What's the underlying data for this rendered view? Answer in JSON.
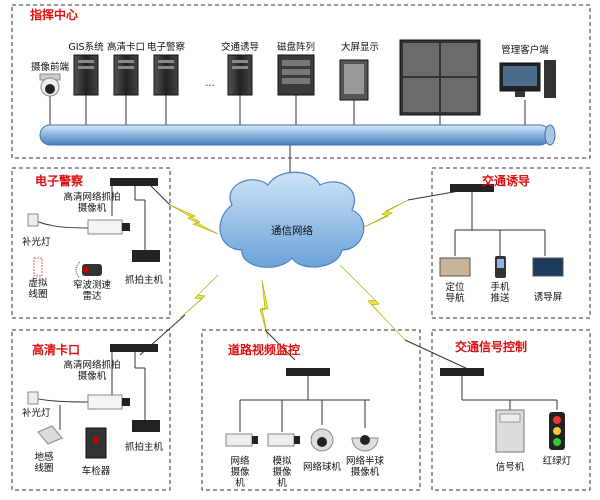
{
  "command_center": {
    "title": "指挥中心",
    "labels": {
      "camera_front": "摄像前端",
      "gis": "GIS系统",
      "hd_checkpoint": "高清卡口",
      "e_police": "电子警察",
      "ellipsis": "…",
      "traffic_guidance": "交通诱导",
      "disk_array": "磁盘阵列",
      "big_screen": "大屏显示",
      "client": "管理客户端"
    }
  },
  "network": {
    "label": "通信网络"
  },
  "e_police_block": {
    "title": "电子警察",
    "hd_camera": "高清网络抓拍摄像机",
    "fill_light": "补光灯",
    "virtual_coil": "虚拟线圈",
    "radar": "窄波测速雷达",
    "host": "抓拍主机"
  },
  "traffic_guidance_block": {
    "title": "交通诱导",
    "nav": "定位导航",
    "phone": "手机推送",
    "screen": "诱导屏"
  },
  "hd_checkpoint_block": {
    "title": "高清卡口",
    "hd_camera": "高清网络抓拍摄像机",
    "fill_light": "补光灯",
    "ground_coil": "地感线圈",
    "detector": "车检器",
    "host": "抓拍主机"
  },
  "video_block": {
    "title": "道路视频监控",
    "net_camera": "网络摄像机",
    "analog_camera": "模拟摄像机",
    "ball_camera": "网络球机",
    "half_ball": "网络半球摄像机"
  },
  "signal_block": {
    "title": "交通信号控制",
    "signal_machine": "信号机",
    "light": "红绿灯"
  },
  "colors": {
    "accent": "#d11111",
    "cloud": "#5b9bd5",
    "bus": "#6fa8dc",
    "lightning": "#d4c400"
  }
}
